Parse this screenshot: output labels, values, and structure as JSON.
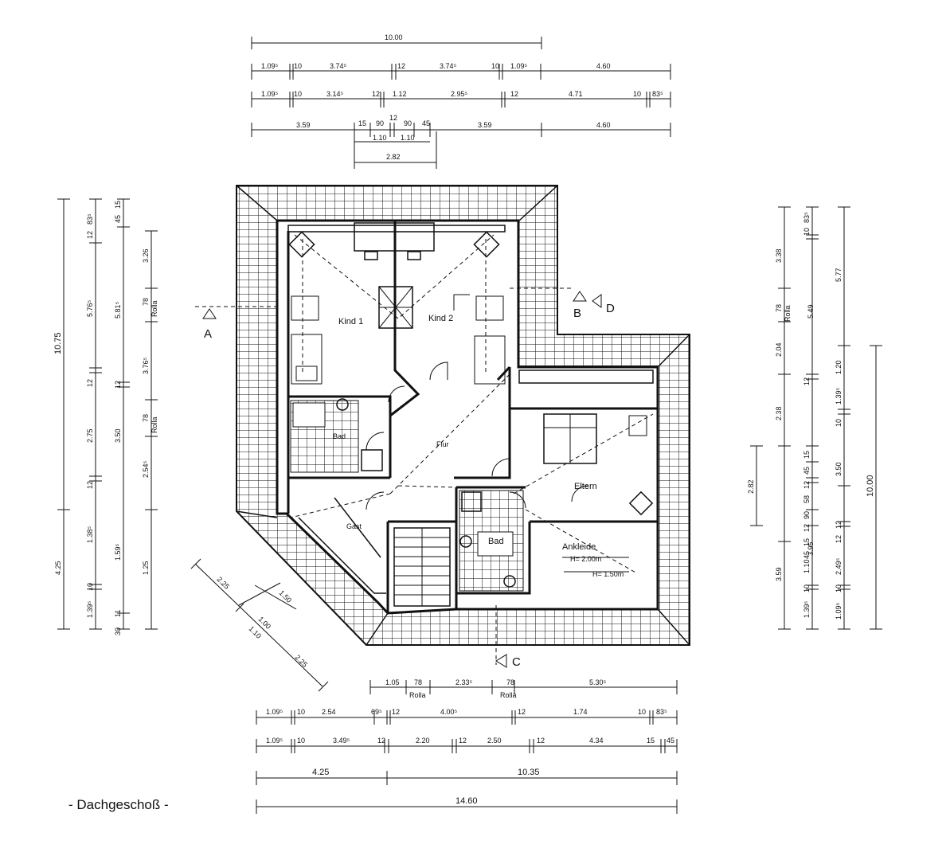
{
  "caption": "- Dachgeschoß -",
  "rooms": {
    "kind1": "Kind 1",
    "kind2": "Kind 2",
    "bad_left": "Bad",
    "flur": "Flur",
    "eltern": "Eltern",
    "gast": "Gast",
    "bad_right": "Bad",
    "ankleide": "Ankleide",
    "ankleide_h1": "H= 2.00m",
    "ankleide_h2": "H= 1.50m"
  },
  "section_marks": {
    "a": "A",
    "b": "B",
    "c": "C",
    "d": "D"
  },
  "dims_top": {
    "row1": [
      "10.00"
    ],
    "row2": [
      "1.09⁵",
      "10",
      "3.74⁵",
      "12",
      "3.74⁵",
      "10",
      "1.09⁵",
      "4.60"
    ],
    "row3": [
      "1.09⁵",
      "10",
      "3.14⁵",
      "12",
      "1.12",
      "2.95⁵",
      "12",
      "4.71",
      "10",
      "83⁵"
    ],
    "row4": [
      "3.59",
      "15",
      "90",
      "12",
      "90",
      "45",
      "3.59",
      "4.60"
    ],
    "row4b": [
      "1.10",
      "1.10"
    ],
    "row5": [
      "2.82"
    ]
  },
  "dims_left": {
    "total": "10.75",
    "outer": [
      "4.25"
    ],
    "col_a": [
      "12",
      "83⁵",
      "5.76⁵",
      "12",
      "2.75",
      "12",
      "1.38⁵",
      "10",
      "1.39⁵"
    ],
    "col_b": [
      "15",
      "45",
      "5.81⁵",
      "12",
      "3.50",
      "1.59⁵",
      "11",
      "30"
    ],
    "col_c": [
      "3.26",
      "78",
      "Rolla",
      "3.76⁵",
      "78",
      "Rolla",
      "2.54⁵",
      "1.25"
    ]
  },
  "dims_right": {
    "col_a": [
      "3.38",
      "78",
      "Rolla",
      "2.04",
      "2.38",
      "3.59"
    ],
    "col_b": [
      "10",
      "83⁵",
      "12",
      "15",
      "45",
      "12",
      "58",
      "90",
      "12",
      "15",
      "45",
      "1.10",
      "10",
      "1.39⁵"
    ],
    "col_c": [
      "5.77",
      "5.49",
      "1.20",
      "10",
      "1.39⁵",
      "3.50",
      "12",
      "3.95",
      "12",
      "2.49⁵",
      "10",
      "1.09⁵"
    ],
    "col_d": [
      "2.82",
      "10.00"
    ]
  },
  "dims_diagonal": [
    "2.25",
    "1.50",
    "1.00",
    "1.10",
    "2.25"
  ],
  "dims_bottom": {
    "row1": [
      "1.05",
      "78",
      "Rolla",
      "2.33⁵",
      "78",
      "Rolla",
      "5.30⁵"
    ],
    "row2": [
      "1.09⁵",
      "10",
      "2.54",
      "69⁵",
      "12",
      "4.00⁵",
      "12",
      "1.74",
      "10",
      "83⁵"
    ],
    "row3": [
      "1.09⁵",
      "10",
      "3.49⁵",
      "12",
      "2.20",
      "12",
      "2.50",
      "12",
      "4.34",
      "15",
      "45"
    ],
    "row4": [
      "4.25",
      "10.35"
    ],
    "row5": [
      "14.60"
    ]
  }
}
